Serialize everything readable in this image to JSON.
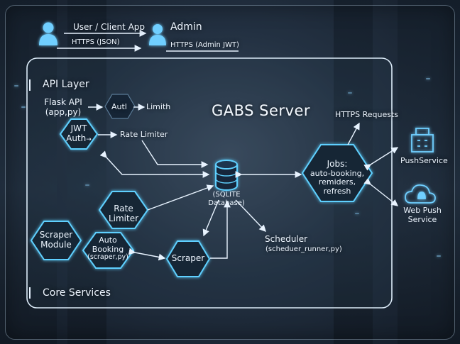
{
  "users": {
    "client_label": "User / Client App",
    "admin_label": "Admin",
    "https_json": "HTTPS (JSON)",
    "https_admin": "HTTPS (Admin JWT)"
  },
  "server": {
    "title": "GABS Server",
    "api_layer": "API Layer",
    "core_services": "Core Services"
  },
  "api": {
    "flask_line1": "Flask API",
    "flask_line2": "(app,py)",
    "auth_small": "Autl",
    "limith": "Limith",
    "jwt_line1": "JWT",
    "jwt_line2": "Auth",
    "jwt_arrow": "→",
    "rate_limiter_text": "Rate Limiter"
  },
  "core": {
    "rate_limiter_line1": "Rate",
    "rate_limiter_line2": "Limiter",
    "scraper_module_line1": "Scraper",
    "scraper_module_line2": "Module",
    "auto_booking_line1": "Auto",
    "auto_booking_line2": "Booking",
    "auto_booking_line3": "(scraper,py)",
    "scraper": "Scraper",
    "db_line1": "(SQLITE",
    "db_line2": "Database)",
    "scheduler_line1": "Scheduler",
    "scheduler_line2": "(scheduer_runner,py)"
  },
  "jobs": {
    "line1": "Jobs:",
    "line2": "auto-booking,",
    "line3": "remiders, refresh",
    "https_requests": "HTTPS Requests"
  },
  "external": {
    "push_service": "PushService",
    "web_push_line1": "Web Push",
    "web_push_line2": "Service"
  },
  "icons": [
    "user-icon",
    "admin-icon",
    "database-icon",
    "building-icon",
    "cloud-bell-icon"
  ],
  "colors": {
    "accent": "#5fd0ff",
    "line": "#e8f3ff",
    "hex_fill": "#1a2a3c"
  }
}
